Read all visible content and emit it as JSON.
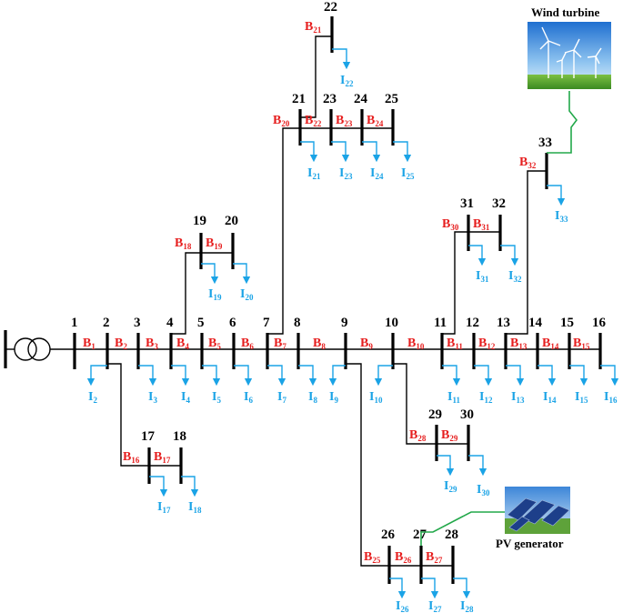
{
  "bus_labels": {
    "b1": "1",
    "b2": "2",
    "b3": "3",
    "b4": "4",
    "b5": "5",
    "b6": "6",
    "b7": "7",
    "b8": "8",
    "b9": "9",
    "b10": "10",
    "b11": "11",
    "b12": "12",
    "b13": "13",
    "b14": "14",
    "b15": "15",
    "b16": "16",
    "b17": "17",
    "b18": "18",
    "b19": "19",
    "b20": "20",
    "b21": "21",
    "b22": "22",
    "b23": "23",
    "b24": "24",
    "b25": "25",
    "b26": "26",
    "b27": "27",
    "b28": "28",
    "b29": "29",
    "b30": "30",
    "b31": "31",
    "b32": "32",
    "b33": "33"
  },
  "branch_labels": {
    "letter": "B",
    "n1": "1",
    "n2": "2",
    "n3": "3",
    "n4": "4",
    "n5": "5",
    "n6": "6",
    "n7": "7",
    "n8": "8",
    "n9": "9",
    "n10": "10",
    "n11": "11",
    "n12": "12",
    "n13": "13",
    "n14": "14",
    "n15": "15",
    "n16": "16",
    "n17": "17",
    "n18": "18",
    "n19": "19",
    "n20": "20",
    "n21": "21",
    "n22": "22",
    "n23": "23",
    "n24": "24",
    "n25": "25",
    "n26": "26",
    "n27": "27",
    "n28": "28",
    "n29": "29",
    "n30": "30",
    "n31": "31",
    "n32": "32"
  },
  "load_labels": {
    "letter": "I",
    "n2": "2",
    "n3": "3",
    "n4": "4",
    "n5": "5",
    "n6": "6",
    "n7": "7",
    "n8": "8",
    "n9": "9",
    "n10": "10",
    "n11": "11",
    "n12": "12",
    "n13": "13",
    "n14": "14",
    "n15": "15",
    "n16": "16",
    "n17": "17",
    "n18": "18",
    "n19": "19",
    "n20": "20",
    "n21": "21",
    "n22": "22",
    "n23": "23",
    "n24": "24",
    "n25": "25",
    "n26": "26",
    "n27": "27",
    "n28": "28",
    "n29": "29",
    "n30": "30",
    "n31": "31",
    "n32": "32",
    "n33": "33"
  },
  "captions": {
    "wind": "Wind turbine",
    "pv": "PV generator"
  },
  "colors": {
    "branch_label": "#e61e1e",
    "load": "#1aa3e6",
    "generator_link": "#22a84a"
  }
}
